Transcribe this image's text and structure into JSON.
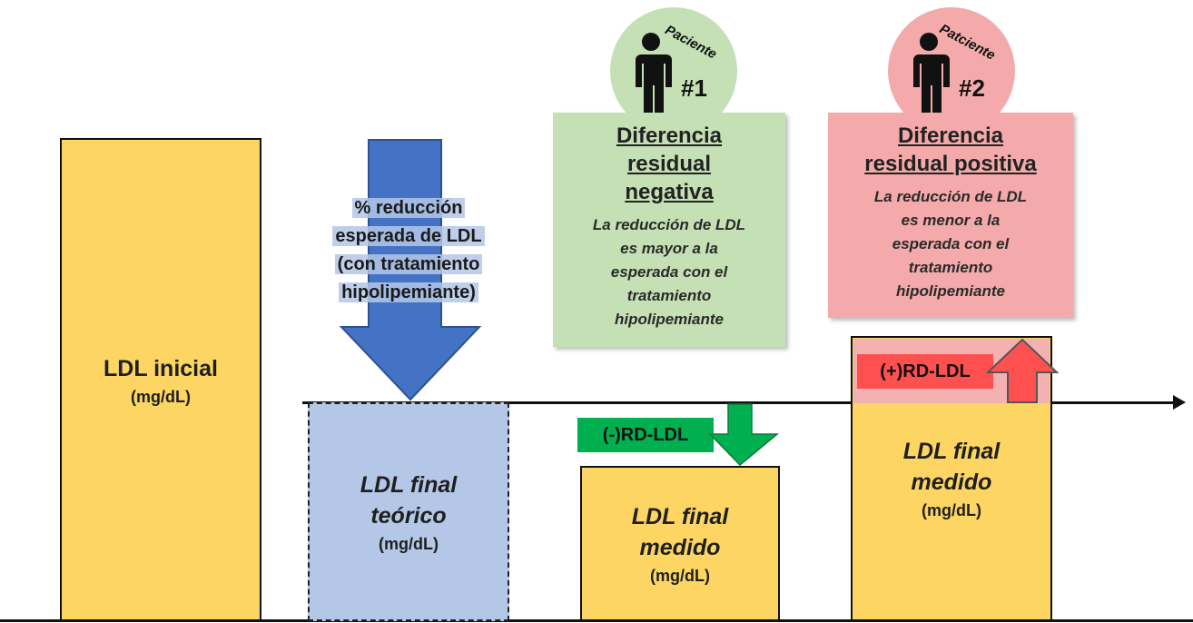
{
  "bars": {
    "initial": {
      "title": "LDL inicial",
      "unit": "(mg/dL)"
    },
    "theoretical": {
      "title_line1": "LDL final",
      "title_line2": "teórico",
      "unit": "(mg/dL)"
    },
    "patient1_measured": {
      "title_line1": "LDL final",
      "title_line2": "medido",
      "unit": "(mg/dL)"
    },
    "patient2_measured": {
      "title_line1": "LDL final",
      "title_line2": "medido",
      "unit": "(mg/dL)"
    }
  },
  "reduction_label": {
    "line1": "% reducción",
    "line2": "esperada de LDL",
    "line3": "(con tratamiento",
    "line4": "hipolipemiante)"
  },
  "patient1": {
    "word": "Paciente",
    "number": "#1",
    "panel_title_line1": "Diferencia",
    "panel_title_line2": "residual",
    "panel_title_line3": "negativa",
    "desc_line1": "La reducción de LDL",
    "desc_line2": "es mayor a la",
    "desc_line3": "esperada con el",
    "desc_line4": "tratamiento",
    "desc_line5": "hipolipemiante",
    "rd_label": "(-)RD-LDL"
  },
  "patient2": {
    "word": "Patciente",
    "number": "#2",
    "panel_title_line1": "Diferencia",
    "panel_title_line2": "residual positiva",
    "desc_line1": "La reducción de LDL",
    "desc_line2": "es menor a la",
    "desc_line3": "esperada con el",
    "desc_line4": "tratamiento",
    "desc_line5": "hipolipemiante",
    "rd_label": "(+)RD-LDL"
  },
  "colors": {
    "ldl_bar": "#fcd563",
    "theoretical_bar": "#b4c7e7",
    "reduction_arrow": "#4472c4",
    "patient1": "#c5e0b4",
    "patient2": "#f4aaaa",
    "negative_rd": "#00b050",
    "positive_rd": "#ff5050"
  },
  "icons": {
    "reduction_arrow": "arrow-down-icon",
    "person": "person-icon",
    "negative_rd_arrow": "arrow-down-icon",
    "positive_rd_arrow": "arrow-up-icon"
  }
}
